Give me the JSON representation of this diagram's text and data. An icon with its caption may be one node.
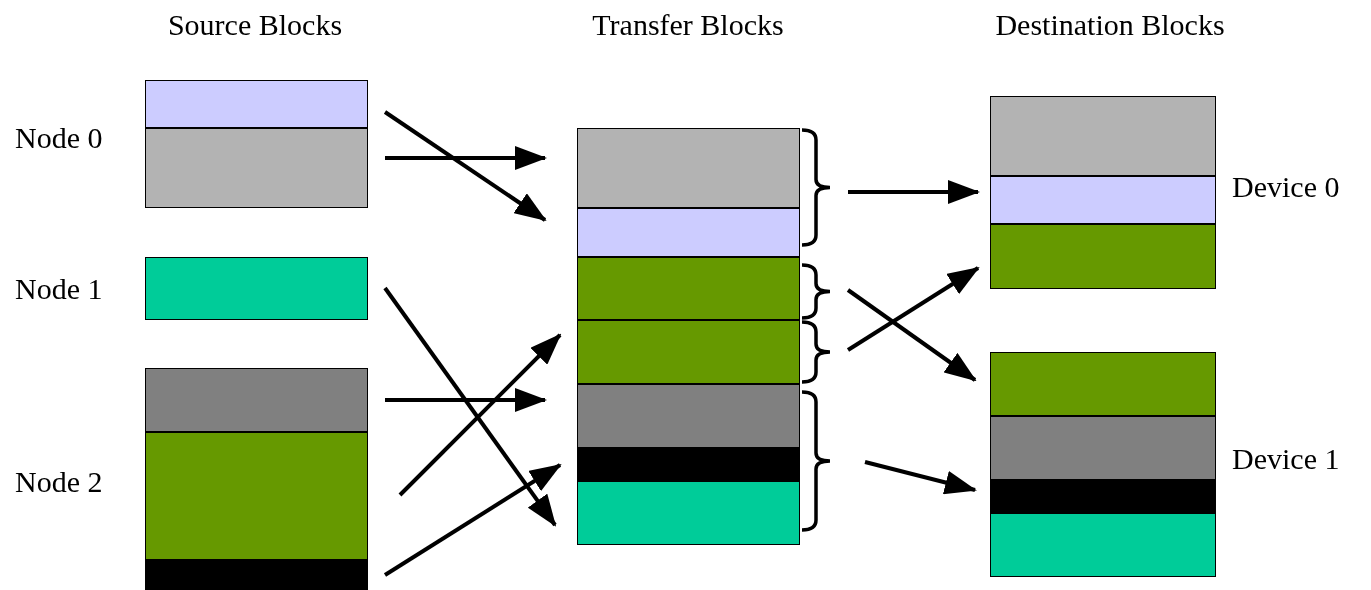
{
  "diagram": {
    "nodes": [
      {
        "text": [
          "Node 0"
        ]
      },
      {
        "text": [],
        "shape": "box",
        "in": 0
      },
      {
        "text": [],
        "shape": "box",
        "in": 0
      },
      {
        "text": [
          "Node 1"
        ]
      },
      {
        "text": [],
        "shape": "box",
        "in": 3
      },
      {
        "text": [
          "Node 2"
        ]
      },
      {
        "text": [],
        "shape": "box",
        "in": 5
      },
      {
        "text": [],
        "shape": "box",
        "in": 5
      },
      {
        "text": [],
        "shape": "box",
        "in": 5
      },
      {
        "text": [],
        "shape": "box"
      },
      {
        "text": [],
        "shape": "box"
      },
      {
        "text": [],
        "shape": "box"
      },
      {
        "text": [],
        "shape": "box"
      },
      {
        "text": [],
        "shape": "box"
      },
      {
        "text": [],
        "shape": "box"
      },
      {
        "text": [],
        "shape": "box"
      },
      {
        "text": [
          "Device 0"
        ]
      },
      {
        "text": [],
        "shape": "box",
        "in": 16
      },
      {
        "text": [],
        "shape": "box",
        "in": 16
      },
      {
        "text": [],
        "shape": "box",
        "in": 16
      },
      {
        "text": [
          "Device 1"
        ]
      },
      {
        "text": [],
        "shape": "box",
        "in": 20
      },
      {
        "text": [],
        "shape": "box",
        "in": 20
      },
      {
        "text": [],
        "shape": "box",
        "in": 20
      },
      {
        "text": [],
        "shape": "box",
        "in": 20
      }
    ],
    "edges": [
      {
        "from": 1,
        "to": 10,
        "arrow": "to"
      },
      {
        "from": 2,
        "to": 9,
        "arrow": "to"
      },
      {
        "from": 4,
        "to": 15,
        "arrow": "to"
      },
      {
        "from": 6,
        "to": 13,
        "arrow": "to"
      },
      {
        "from": 7,
        "to": 12,
        "arrow": "to"
      },
      {
        "from": 8,
        "to": 14,
        "arrow": "to"
      },
      {
        "from": 9,
        "to": 16,
        "arrow": "to"
      },
      {
        "from": 11,
        "to": 20,
        "arrow": "to"
      },
      {
        "from": 12,
        "to": 16,
        "arrow": "to"
      },
      {
        "from": 13,
        "to": 20,
        "arrow": "to"
      }
    ],
    "labels": [
      "Source Blocks",
      "Transfer Blocks",
      "Destination Blocks"
    ]
  }
}
